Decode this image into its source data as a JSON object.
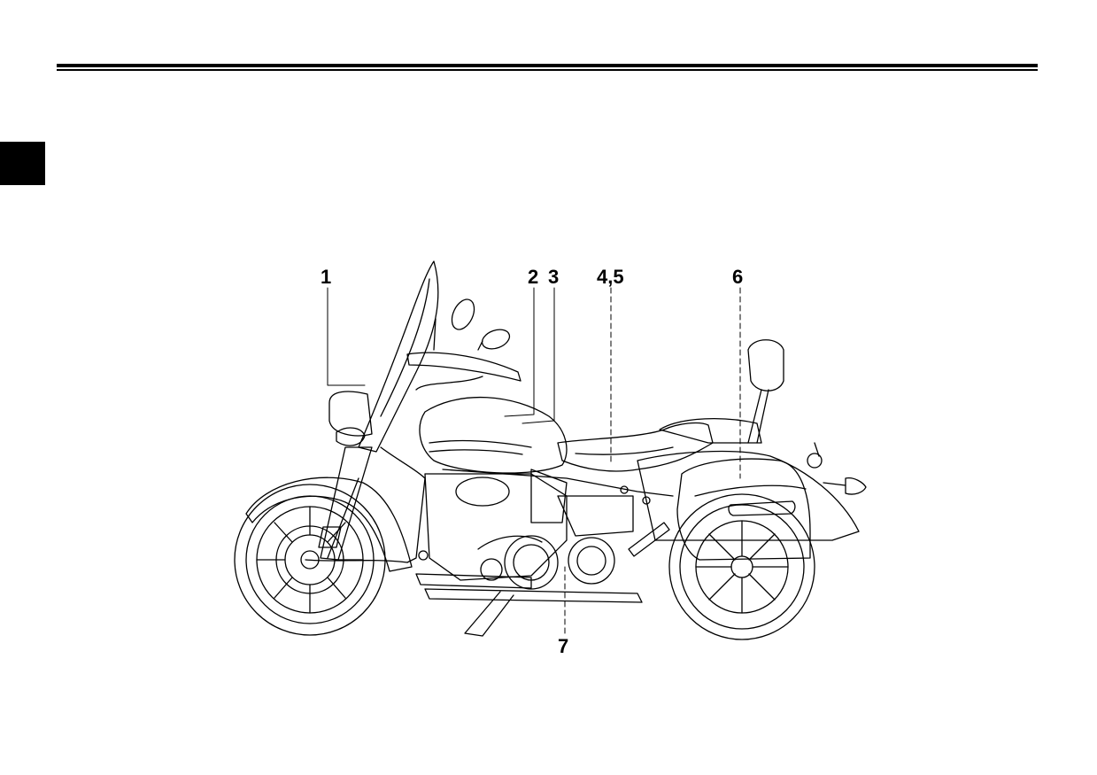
{
  "callouts": [
    {
      "label": "1"
    },
    {
      "label": "2"
    },
    {
      "label": "3"
    },
    {
      "label": "4,5"
    },
    {
      "label": "6"
    },
    {
      "label": "7"
    }
  ]
}
